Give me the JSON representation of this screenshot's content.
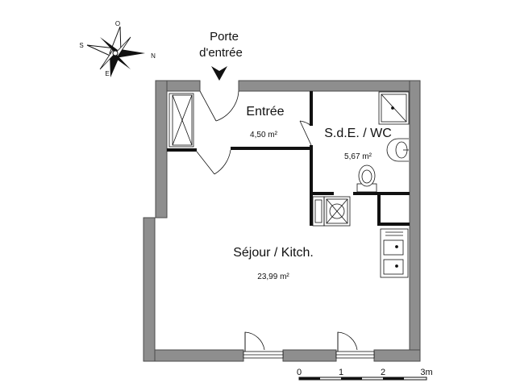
{
  "entrance": {
    "line1": "Porte",
    "line2": "d'entrée"
  },
  "compass": {
    "north": "N",
    "south": "S",
    "east": "E",
    "west": "O"
  },
  "rooms": {
    "entree": {
      "name": "Entrée",
      "area": "4,50 m²"
    },
    "sde": {
      "name": "S.d.E. / WC",
      "area": "5,67 m²"
    },
    "sejour": {
      "name": "Séjour / Kitch.",
      "area": "23,99 m²"
    }
  },
  "scale": {
    "t0": "0",
    "t1": "1",
    "t2": "2",
    "t3": "3m"
  },
  "colors": {
    "wall": "#8e8e8e",
    "wall_edge": "#4a4a4a",
    "fixture": "#222222"
  }
}
